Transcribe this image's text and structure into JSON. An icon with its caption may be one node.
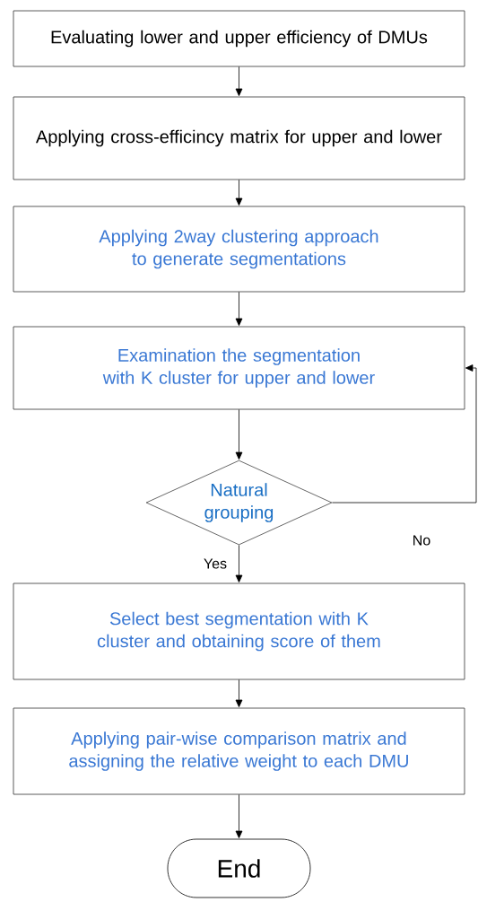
{
  "diagram": {
    "nodes": [
      {
        "text": [
          "Evaluating lower and upper efficiency of DMUs"
        ]
      },
      {
        "text": [
          "Applying cross-efficincy matrix for upper and lower"
        ]
      },
      {
        "text": [
          "Applying 2way clustering approach to generate segmentations"
        ]
      },
      {
        "text": [
          "Examination the segmentation with K cluster for upper and lower"
        ]
      },
      {
        "text": [
          "Natural grouping"
        ]
      },
      {
        "text": [
          "Select best segmentation with K cluster and obtaining score of them"
        ]
      },
      {
        "text": [
          "Applying pair-wise comparison matrix and assigning the relative weight to each DMU"
        ]
      },
      {
        "text": [
          "End"
        ]
      }
    ],
    "edges": [
      {
        "from": 0,
        "to": 1,
        "arrow": "to"
      },
      {
        "from": 1,
        "to": 2,
        "arrow": "to"
      },
      {
        "from": 2,
        "to": 3,
        "arrow": "to"
      },
      {
        "from": 3,
        "to": 4,
        "arrow": "to"
      },
      {
        "from": 4,
        "to": 3,
        "arrow": "to",
        "label": "No"
      },
      {
        "from": 4,
        "to": 5,
        "arrow": "to",
        "label": "Yes"
      },
      {
        "from": 5,
        "to": 6,
        "arrow": "to"
      },
      {
        "from": 6,
        "to": 7,
        "arrow": "to"
      }
    ]
  }
}
